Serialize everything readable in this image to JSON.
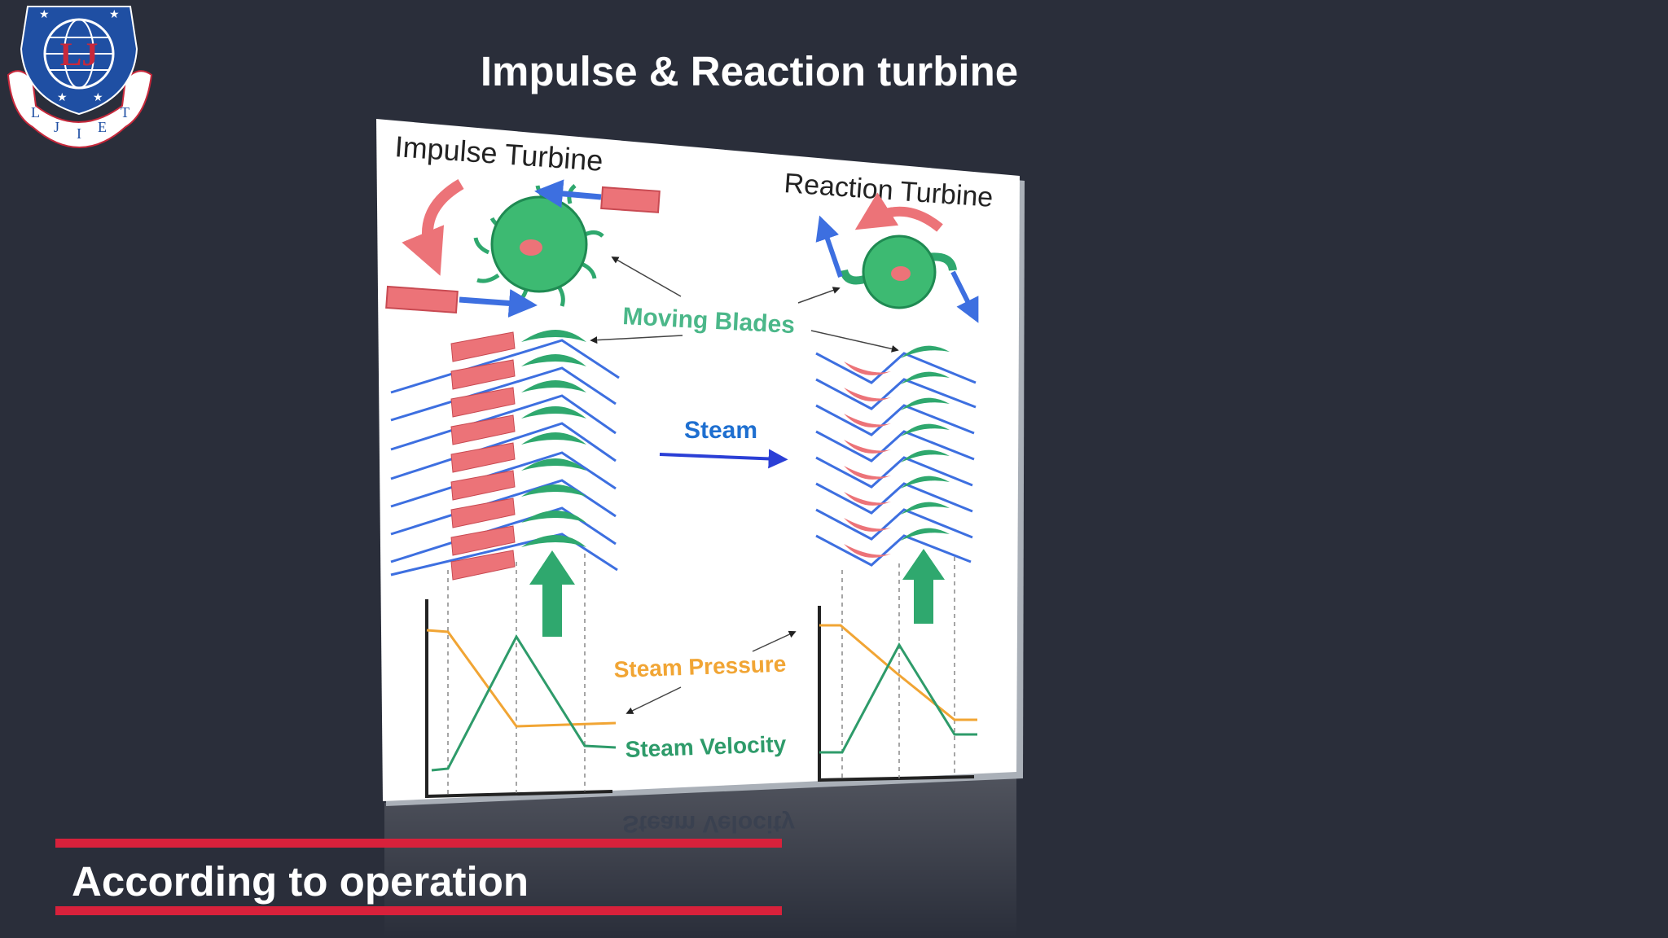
{
  "slide": {
    "title": "Impulse & Reaction turbine",
    "subtitle": "According to operation"
  },
  "logo": {
    "letters": [
      "L",
      "J",
      "I",
      "E",
      "T"
    ],
    "monogram": "LJ",
    "colors": {
      "shield": "#1f4fa3",
      "ribbon": "#ffffff",
      "accent": "#c8283b"
    }
  },
  "diagram": {
    "impulse_heading": "Impulse Turbine",
    "reaction_heading": "Reaction Turbine",
    "moving_blades_label": "Moving Blades",
    "steam_label": "Steam",
    "steam_pressure_label": "Steam Pressure",
    "steam_velocity_label": "Steam Velocity",
    "mirror_label": "Steam Velocity",
    "colors": {
      "nozzle": "#ec7378",
      "blade": "#2fa86e",
      "steam": "#3d6fe0",
      "pressure": "#f1a534",
      "velocity": "#2e9b6a",
      "moving_blades_text": "#4bb789",
      "steam_text": "#1e6fd0"
    }
  }
}
